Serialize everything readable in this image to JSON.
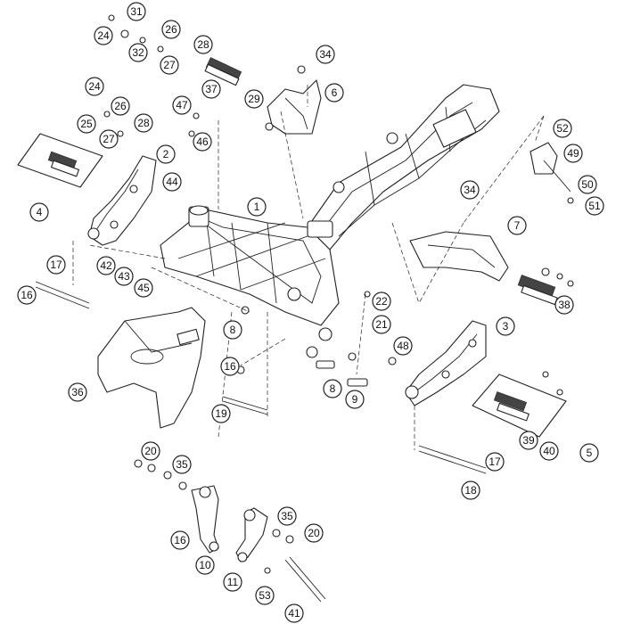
{
  "callouts": [
    {
      "id": "c1",
      "label": "1"
    },
    {
      "id": "c2",
      "label": "2"
    },
    {
      "id": "c3",
      "label": "3"
    },
    {
      "id": "c4",
      "label": "4"
    },
    {
      "id": "c5",
      "label": "5"
    },
    {
      "id": "c6",
      "label": "6"
    },
    {
      "id": "c7",
      "label": "7"
    },
    {
      "id": "c8a",
      "label": "8"
    },
    {
      "id": "c8b",
      "label": "8"
    },
    {
      "id": "c9",
      "label": "9"
    },
    {
      "id": "c10",
      "label": "10"
    },
    {
      "id": "c11",
      "label": "11"
    },
    {
      "id": "c16a",
      "label": "16"
    },
    {
      "id": "c16b",
      "label": "16"
    },
    {
      "id": "c16c",
      "label": "16"
    },
    {
      "id": "c17a",
      "label": "17"
    },
    {
      "id": "c17b",
      "label": "17"
    },
    {
      "id": "c18",
      "label": "18"
    },
    {
      "id": "c19",
      "label": "19"
    },
    {
      "id": "c20a",
      "label": "20"
    },
    {
      "id": "c20b",
      "label": "20"
    },
    {
      "id": "c21",
      "label": "21"
    },
    {
      "id": "c22",
      "label": "22"
    },
    {
      "id": "c24a",
      "label": "24"
    },
    {
      "id": "c24b",
      "label": "24"
    },
    {
      "id": "c25",
      "label": "25"
    },
    {
      "id": "c26a",
      "label": "26"
    },
    {
      "id": "c26b",
      "label": "26"
    },
    {
      "id": "c27a",
      "label": "27"
    },
    {
      "id": "c27b",
      "label": "27"
    },
    {
      "id": "c28a",
      "label": "28"
    },
    {
      "id": "c28b",
      "label": "28"
    },
    {
      "id": "c29",
      "label": "29"
    },
    {
      "id": "c31",
      "label": "31"
    },
    {
      "id": "c32",
      "label": "32"
    },
    {
      "id": "c34a",
      "label": "34"
    },
    {
      "id": "c34b",
      "label": "34"
    },
    {
      "id": "c35a",
      "label": "35"
    },
    {
      "id": "c35b",
      "label": "35"
    },
    {
      "id": "c36",
      "label": "36"
    },
    {
      "id": "c37",
      "label": "37"
    },
    {
      "id": "c38",
      "label": "38"
    },
    {
      "id": "c39",
      "label": "39"
    },
    {
      "id": "c40",
      "label": "40"
    },
    {
      "id": "c41",
      "label": "41"
    },
    {
      "id": "c42",
      "label": "42"
    },
    {
      "id": "c43",
      "label": "43"
    },
    {
      "id": "c44",
      "label": "44"
    },
    {
      "id": "c45",
      "label": "45"
    },
    {
      "id": "c46",
      "label": "46"
    },
    {
      "id": "c47",
      "label": "47"
    },
    {
      "id": "c48",
      "label": "48"
    },
    {
      "id": "c49",
      "label": "49"
    },
    {
      "id": "c50",
      "label": "50"
    },
    {
      "id": "c51",
      "label": "51"
    },
    {
      "id": "c52",
      "label": "52"
    },
    {
      "id": "c53",
      "label": "53"
    }
  ]
}
